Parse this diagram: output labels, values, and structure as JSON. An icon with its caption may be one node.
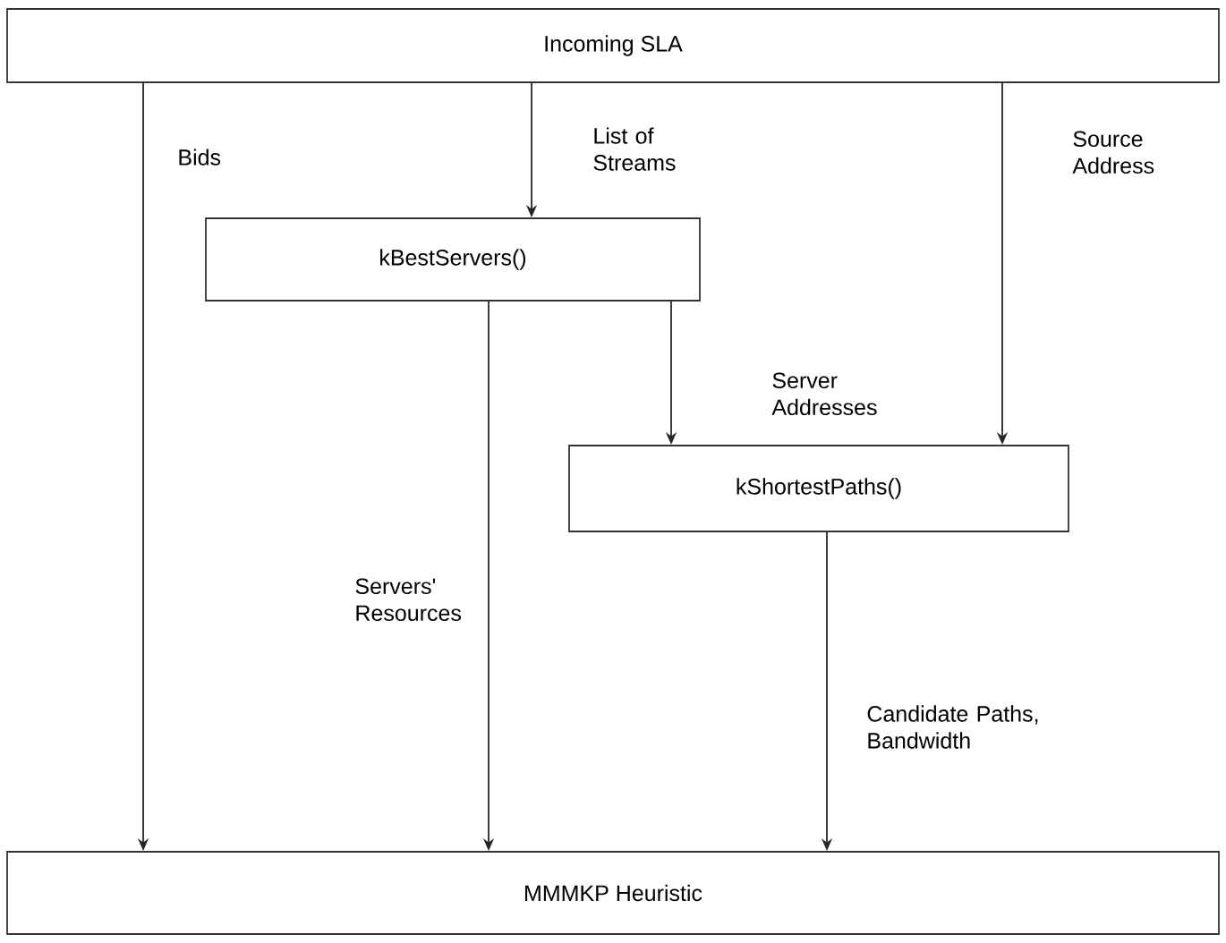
{
  "diagram": {
    "nodes": [
      {
        "text": [
          "Incoming SLA"
        ]
      },
      {
        "text": [
          "kBestServers()"
        ]
      },
      {
        "text": [
          "kShortestPaths()"
        ]
      },
      {
        "text": [
          "MMMKP Heuristic"
        ]
      }
    ],
    "edges": [
      {
        "from": 0,
        "to": 3,
        "arrow": "to",
        "label": "Bids"
      },
      {
        "from": 0,
        "to": 1,
        "arrow": "to",
        "label": "List of Streams"
      },
      {
        "from": 0,
        "to": 2,
        "arrow": "to",
        "label": "Source Address"
      },
      {
        "from": 1,
        "to": 3,
        "arrow": "to",
        "label": "Servers' Resources"
      },
      {
        "from": 1,
        "to": 2,
        "arrow": "to",
        "label": "Server Addresses"
      },
      {
        "from": 2,
        "to": 3,
        "arrow": "to",
        "label": "Candidate Paths, Bandwidth"
      }
    ]
  }
}
